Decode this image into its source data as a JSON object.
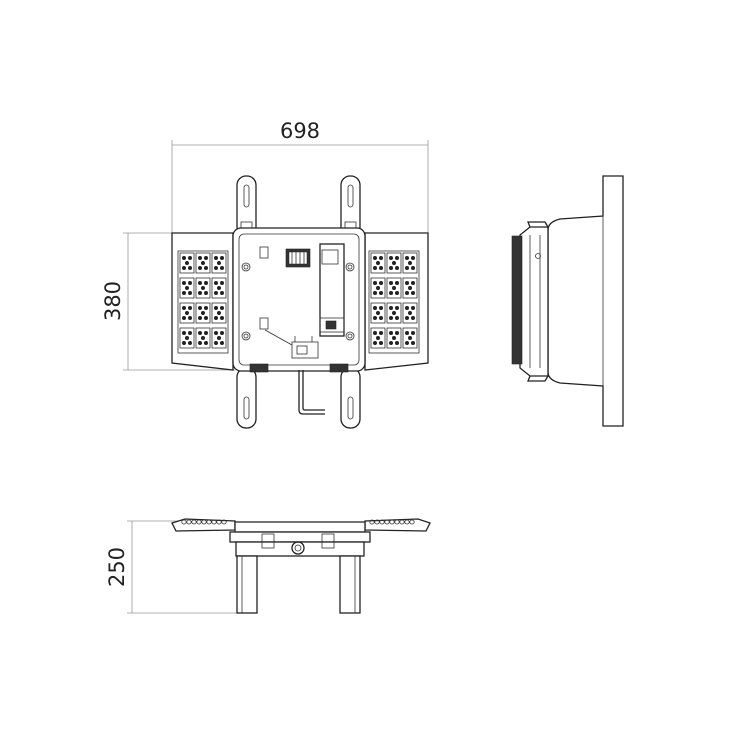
{
  "dimensions": {
    "width": "698",
    "height": "380",
    "depth": "250"
  },
  "colors": {
    "line": "#222222",
    "dimension_line": "#999999",
    "background": "#ffffff"
  }
}
